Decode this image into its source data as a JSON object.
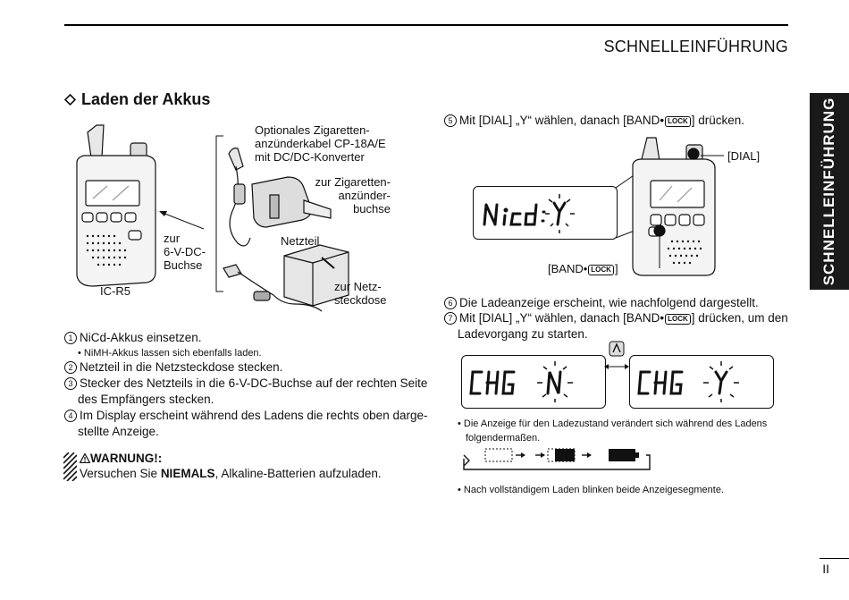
{
  "header": {
    "title": "SCHNELLEINFÜHRUNG",
    "side_tab": "SCHNELLEINFÜHRUNG"
  },
  "section": {
    "title": "Laden der Akkus"
  },
  "figure_left": {
    "cable_label": "Optionales Zigaretten-\nanzünderkabel CP-18A/E\nmit DC/DC-Konverter",
    "cig_socket": "zur Zigaretten-\nanzünder-\nbuchse",
    "netzteil": "Netzteil",
    "jack_label": "zur\n6-V-DC-\nBuchse",
    "mains_label": "zur Netz-\nsteckdose",
    "radio_model": "IC-R5"
  },
  "steps_left": {
    "s1_num": "1",
    "s1": "NiCd-Akkus einsetzen.",
    "s1_note": "• NiMH-Akkus lassen sich ebenfalls laden.",
    "s2_num": "2",
    "s2": "Netzteil in die Netzsteckdose stecken.",
    "s3_num": "3",
    "s3a": "Stecker des Netzteils in die 6-V-DC-Buchse auf der rechten Seite",
    "s3b": "des Empfängers stecken.",
    "s4_num": "4",
    "s4a": "Im Display erscheint während des Ladens die rechts oben darge-",
    "s4b": "stellte Anzeige."
  },
  "warning": {
    "title": "WARNUNG!:",
    "pre": "Versuchen Sie ",
    "bold": "NIEMALS",
    "post": ", Alkaline-Batterien aufzuladen."
  },
  "steps_right": {
    "s5_num": "5",
    "s5_pre": "Mit [DIAL] „Y“ wählen, danach [BAND•",
    "s5_key": "LOCK",
    "s5_post": "] drücken.",
    "dial_label": "[DIAL]",
    "band_label": "[BAND•",
    "band_key": "LOCK",
    "band_close": "]",
    "lcd1_text": "NiCd:Y",
    "s6_num": "6",
    "s6": "Die Ladeanzeige erscheint, wie nachfolgend dargestellt.",
    "s7_num": "7",
    "s7_pre": "Mit [DIAL] „Y“ wählen, danach [BAND•",
    "s7_key": "LOCK",
    "s7_post": "] drücken, um den",
    "s7b": "Ladevorgang zu starten.",
    "lcd2_text": "CHG N",
    "lcd3_text": "CHG Y",
    "note1a": "• Die Anzeige für den Ladezustand verändert sich während des Ladens",
    "note1b": "folgendermaßen.",
    "note2": "• Nach vollständigem Laden blinken beide Anzeigesegmente."
  },
  "footer": {
    "page": "II"
  }
}
